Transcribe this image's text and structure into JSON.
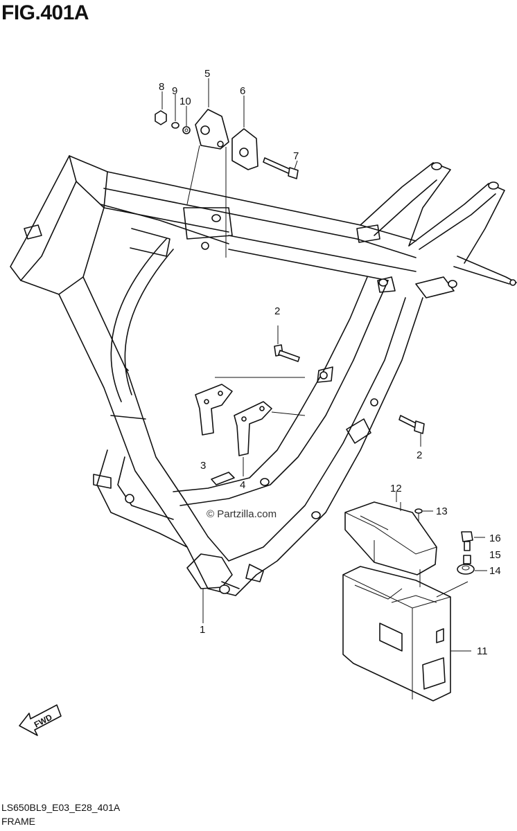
{
  "header": {
    "fig": "FIG.401A"
  },
  "footer": {
    "code": "LS650BL9_E03_E28_401A",
    "name": "FRAME"
  },
  "watermark": "© Partzilla.com",
  "fwd_label": "FWD",
  "callouts": {
    "p1": "1",
    "p2a": "2",
    "p2b": "2",
    "p3": "3",
    "p4": "4",
    "p5": "5",
    "p6": "6",
    "p7": "7",
    "p8": "8",
    "p9": "9",
    "p10": "10",
    "p11": "11",
    "p12": "12",
    "p13": "13",
    "p14": "14",
    "p15": "15",
    "p16": "16"
  }
}
